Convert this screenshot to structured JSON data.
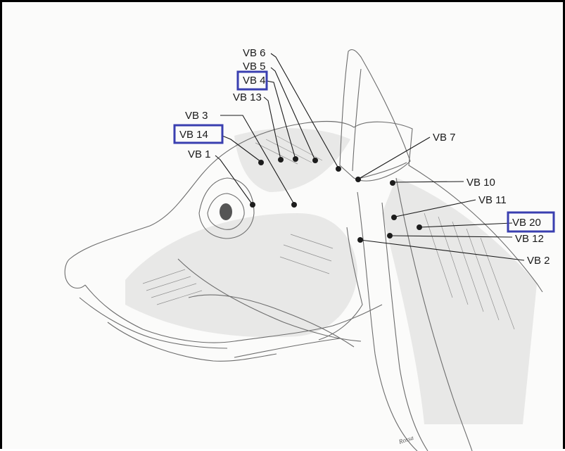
{
  "figure": {
    "artist_signature": "Rossa",
    "highlight_color": "#3a3fb0",
    "labels": {
      "vb6": "VB 6",
      "vb5": "VB 5",
      "vb4": "VB 4",
      "vb13": "VB 13",
      "vb3": "VB 3",
      "vb14": "VB 14",
      "vb1": "VB 1",
      "vb7": "VB 7",
      "vb10": "VB 10",
      "vb11": "VB 11",
      "vb20": "VB 20",
      "vb12": "VB 12",
      "vb2": "VB 2"
    },
    "highlighted_points": [
      "VB 4",
      "VB 14",
      "VB 20"
    ]
  }
}
